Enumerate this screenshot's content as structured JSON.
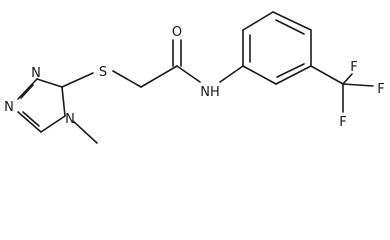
{
  "molecule": {
    "labels": {
      "o": "O",
      "s": "S",
      "nh": "NH",
      "f_top_left": "F",
      "f_top_right": "F",
      "f_bottom": "F",
      "n_ring_1": "N",
      "n_ring_2": "N",
      "n_ring_methyl": "N"
    }
  }
}
